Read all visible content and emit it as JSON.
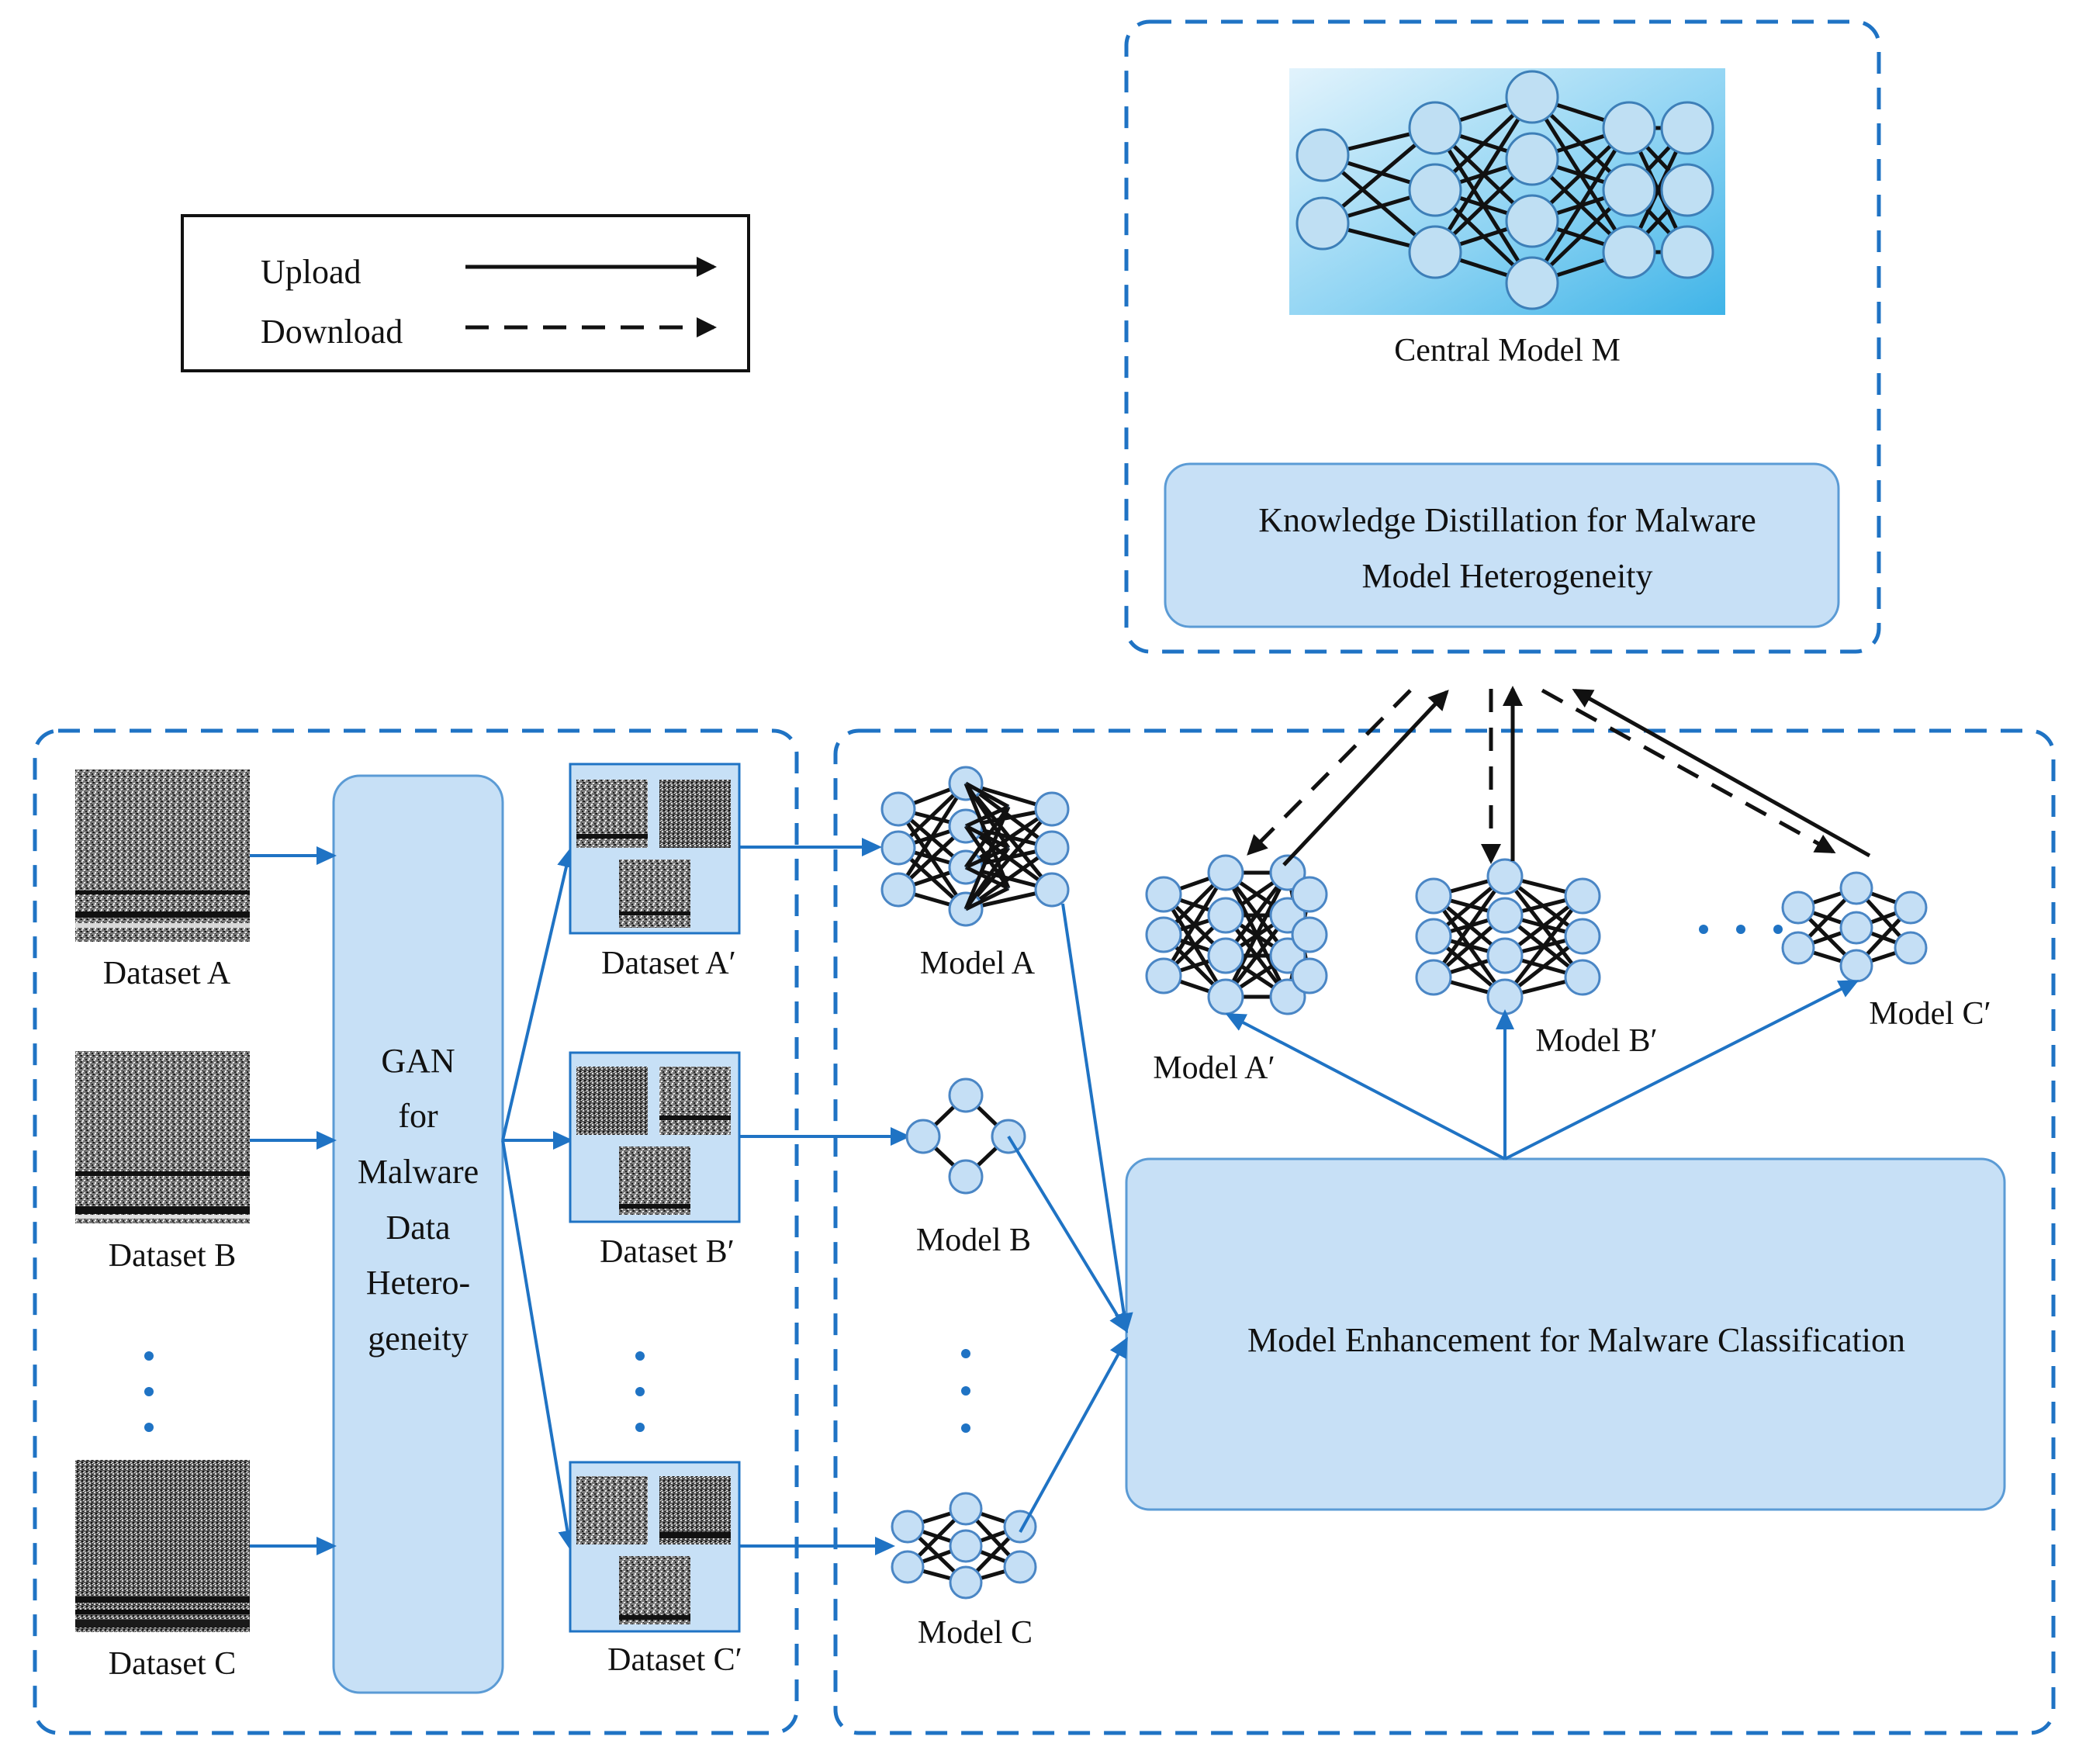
{
  "legend": {
    "upload": "Upload",
    "download": "Download"
  },
  "central": {
    "model_label": "Central Model M",
    "kd_box_line1": "Knowledge Distillation for Malware",
    "kd_box_line2": "Model Heterogeneity"
  },
  "gan": {
    "lines": [
      "GAN",
      "for",
      "Malware",
      "Data",
      "Hetero-",
      "geneity"
    ]
  },
  "datasets": {
    "original": [
      "Dataset A",
      "Dataset B",
      "Dataset C"
    ],
    "generated": [
      "Dataset A′",
      "Dataset B′",
      "Dataset C′"
    ]
  },
  "models": {
    "local": [
      "Model A",
      "Model B",
      "Model C"
    ],
    "enhanced": [
      "Model A′",
      "Model B′",
      "Model C′"
    ]
  },
  "enhancement_box": "Model Enhancement for Malware Classification",
  "colors": {
    "dashed_border": "#1f73c4",
    "blue_arrow": "#1f73c4",
    "box_fill": "#c7e0f6",
    "box_stroke": "#5b9bd5",
    "node_fill": "#c5dff5",
    "node_stroke": "#4a86c5",
    "central_bg_light": "#d8effb",
    "central_bg_dark": "#5cc0ec"
  }
}
